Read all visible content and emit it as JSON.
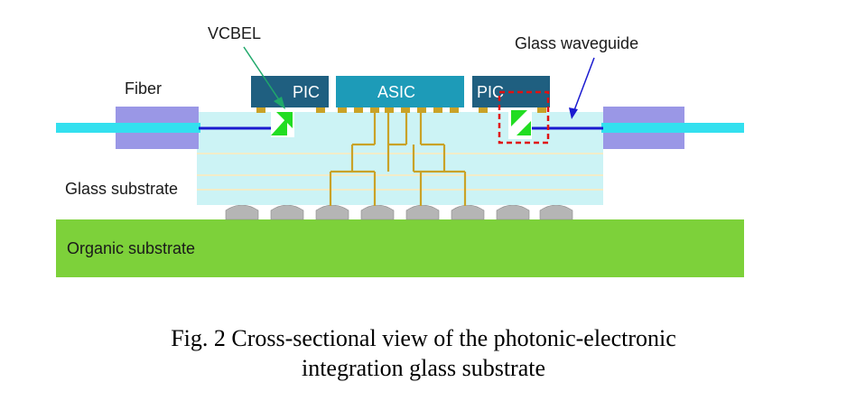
{
  "labels": {
    "vcbel": "VCBEL",
    "glass_waveguide": "Glass waveguide",
    "fiber": "Fiber",
    "glass_substrate": "Glass substrate",
    "organic_substrate": "Organic substrate"
  },
  "chips": {
    "pic_left": "PIC",
    "asic": "ASIC",
    "pic_right": "PIC"
  },
  "caption": {
    "line1": "Fig. 2 Cross-sectional view of the photonic-electronic",
    "line2": "integration glass substrate"
  },
  "colors": {
    "organic_substrate": "#7dd13a",
    "glass_substrate": "#ccf3f5",
    "glass_layer_line": "#f2ecc8",
    "fiber_core": "#33e0ef",
    "fiber_connector": "#9a97e6",
    "waveguide": "#1a1ad0",
    "chip": "#1f5f80",
    "asic": "#1d9bb8",
    "wiring": "#c9a227",
    "bump": "#b5b5b5",
    "vcsel_arrow": "#22dd22",
    "highlight_box": "#e01010"
  }
}
